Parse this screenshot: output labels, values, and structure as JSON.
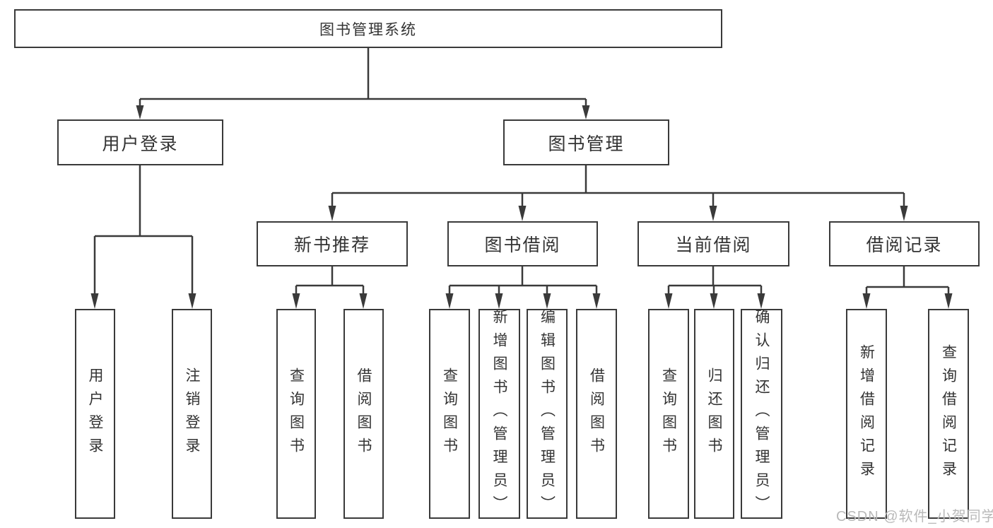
{
  "tree": {
    "root": {
      "label": "图书管理系统"
    },
    "branches": [
      {
        "label": "用户登录",
        "leaves": [
          "用户登录",
          "注销登录"
        ]
      },
      {
        "label": "图书管理",
        "groups": [
          {
            "label": "新书推荐",
            "leaves": [
              "查询图书",
              "借阅图书"
            ]
          },
          {
            "label": "图书借阅",
            "leaves": [
              "查询图书",
              "新增图书（管理员）",
              "编辑图书（管理员）",
              "借阅图书"
            ]
          },
          {
            "label": "当前借阅",
            "leaves": [
              "查询图书",
              "归还图书",
              "确认归还（管理员）"
            ]
          },
          {
            "label": "借阅记录",
            "leaves": [
              "新增借阅记录",
              "查询借阅记录"
            ]
          }
        ]
      }
    ]
  },
  "colors": {
    "line": "#3a3a3a",
    "text": "#333333",
    "background": "#ffffff",
    "watermark_text_color": "#b9b9b9"
  },
  "watermark": {
    "text": "CSDN @软件_小贺同学"
  }
}
